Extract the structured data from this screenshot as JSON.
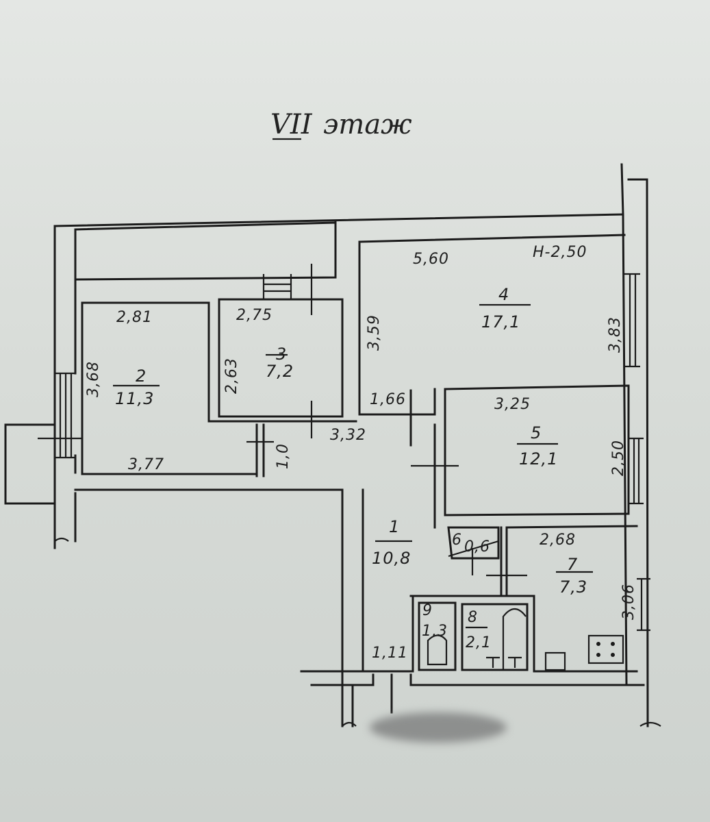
{
  "title": {
    "floor_numeral": "VII",
    "floor_word": "этаж"
  },
  "ceiling_height": "H-2,50",
  "rooms": [
    {
      "number": "1",
      "area": "10,8"
    },
    {
      "number": "2",
      "area": "11,3"
    },
    {
      "number": "3",
      "area": "7,2"
    },
    {
      "number": "4",
      "area": "17,1"
    },
    {
      "number": "5",
      "area": "12,1"
    },
    {
      "number": "6",
      "area": "0,6"
    },
    {
      "number": "7",
      "area": "7,3"
    },
    {
      "number": "8",
      "area": "2,1"
    },
    {
      "number": "9",
      "area": "1,3"
    }
  ],
  "dimensions": {
    "r2_top": "2,81",
    "r2_side": "3,68",
    "r2_bottom": "3,77",
    "r3_top": "2,75",
    "r3_side": "2,63",
    "r4_top": "5,60",
    "r4_left": "3,59",
    "r4_right": "3,83",
    "r4_notch": "1,66",
    "corridor": "3,32",
    "door": "1,0",
    "r5_top": "3,25",
    "r5_side": "2,50",
    "r7_top": "2,68",
    "r7_side": "3,06",
    "entry": "1,11"
  }
}
